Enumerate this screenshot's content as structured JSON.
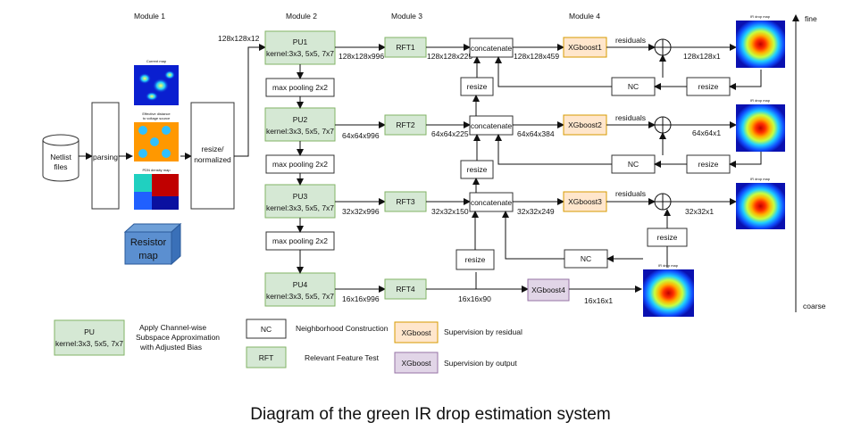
{
  "modules": {
    "m1": "Module 1",
    "m2": "Module 2",
    "m3": "Module 3",
    "m4": "Module 4"
  },
  "inputs": {
    "netlist": "Netlist",
    "netlist2": "files",
    "parsing": "parsing",
    "resize": "resize/",
    "resize2": "normalized",
    "current_map": "Current map",
    "eff_dist": "Effective distance",
    "eff_dist2": "to voltage source",
    "pdn": "PDN density map",
    "resistor": "Resistor",
    "resistor2": "map",
    "input_size": "128x128x12"
  },
  "pu": [
    {
      "name": "PU1",
      "kernel": "kernel:3x3, 5x5, 7x7"
    },
    {
      "name": "PU2",
      "kernel": "kernel:3x3, 5x5, 7x7"
    },
    {
      "name": "PU3",
      "kernel": "kernel:3x3, 5x5, 7x7"
    },
    {
      "name": "PU4",
      "kernel": "kernel:3x3, 5x5, 7x7"
    }
  ],
  "pool": "max pooling 2x2",
  "rft": [
    "RFT1",
    "RFT2",
    "RFT3",
    "RFT4"
  ],
  "concat": "concatenate",
  "resize": "resize",
  "nc": "NC",
  "xgb": [
    "XGboost1",
    "XGboost2",
    "XGboost3",
    "XGboost4"
  ],
  "residuals": "residuals",
  "dims": {
    "pu_out": [
      "128x128x996",
      "64x64x996",
      "32x32x996",
      "16x16x996"
    ],
    "rft_out": [
      "128x128x225",
      "64x64x225",
      "32x32x150",
      "16x16x90"
    ],
    "cat_out": [
      "128x128x459",
      "64x64x384",
      "32x32x249"
    ],
    "final": [
      "128x128x1",
      "64x64x1",
      "32x32x1",
      "16x16x1"
    ]
  },
  "ir_map": "IR drop map",
  "scale": {
    "fine": "fine",
    "coarse": "coarse"
  },
  "legend": {
    "pu_name": "PU",
    "pu_kernel": "kernel:3x3, 5x5, 7x7",
    "pu_desc1": "Apply Channel-wise",
    "pu_desc2": "Subspace Approximation",
    "pu_desc3": "with Adjusted Bias",
    "nc": "NC",
    "nc_desc": "Neighborhood Construction",
    "rft": "RFT",
    "rft_desc": "Relevant Feature Test",
    "xgb_res": "XGboost",
    "xgb_res_desc": "Supervision by residual",
    "xgb_out": "XGboost",
    "xgb_out_desc": "Supervision by output"
  },
  "caption": "Diagram of the green IR drop estimation system"
}
